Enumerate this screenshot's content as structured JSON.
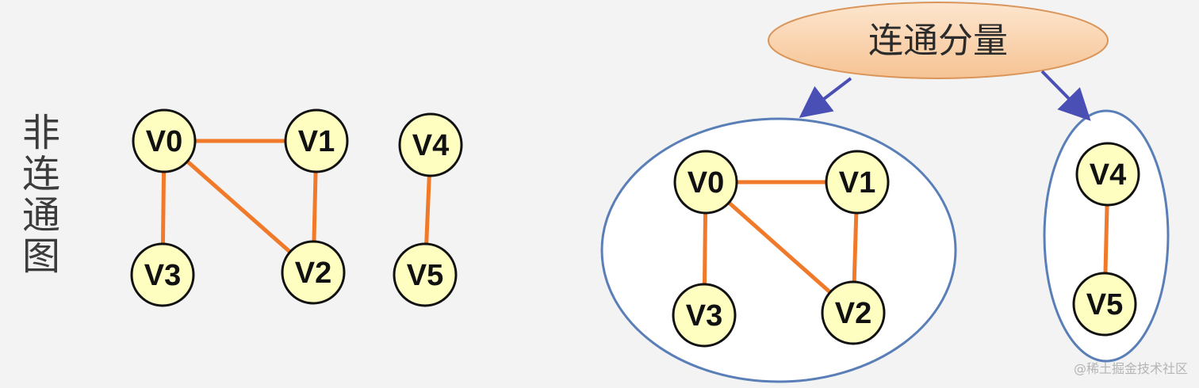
{
  "left_label": "非连通图",
  "title": "连通分量",
  "watermark": "@稀土掘金技术社区",
  "colors": {
    "node_fill": "#fefec0",
    "node_stroke": "#111111",
    "edge": "#f07a2a",
    "component_stroke": "#5a7fb8",
    "arrow": "#4a4fb5",
    "title_fill_top": "#fde6cf",
    "title_fill_bottom": "#f6c393"
  },
  "graph": {
    "nodes": [
      "V0",
      "V1",
      "V2",
      "V3",
      "V4",
      "V5"
    ],
    "edges": [
      [
        "V0",
        "V1"
      ],
      [
        "V0",
        "V3"
      ],
      [
        "V0",
        "V2"
      ],
      [
        "V1",
        "V2"
      ],
      [
        "V4",
        "V5"
      ]
    ]
  },
  "components": [
    {
      "nodes": [
        "V0",
        "V1",
        "V2",
        "V3"
      ]
    },
    {
      "nodes": [
        "V4",
        "V5"
      ]
    }
  ]
}
